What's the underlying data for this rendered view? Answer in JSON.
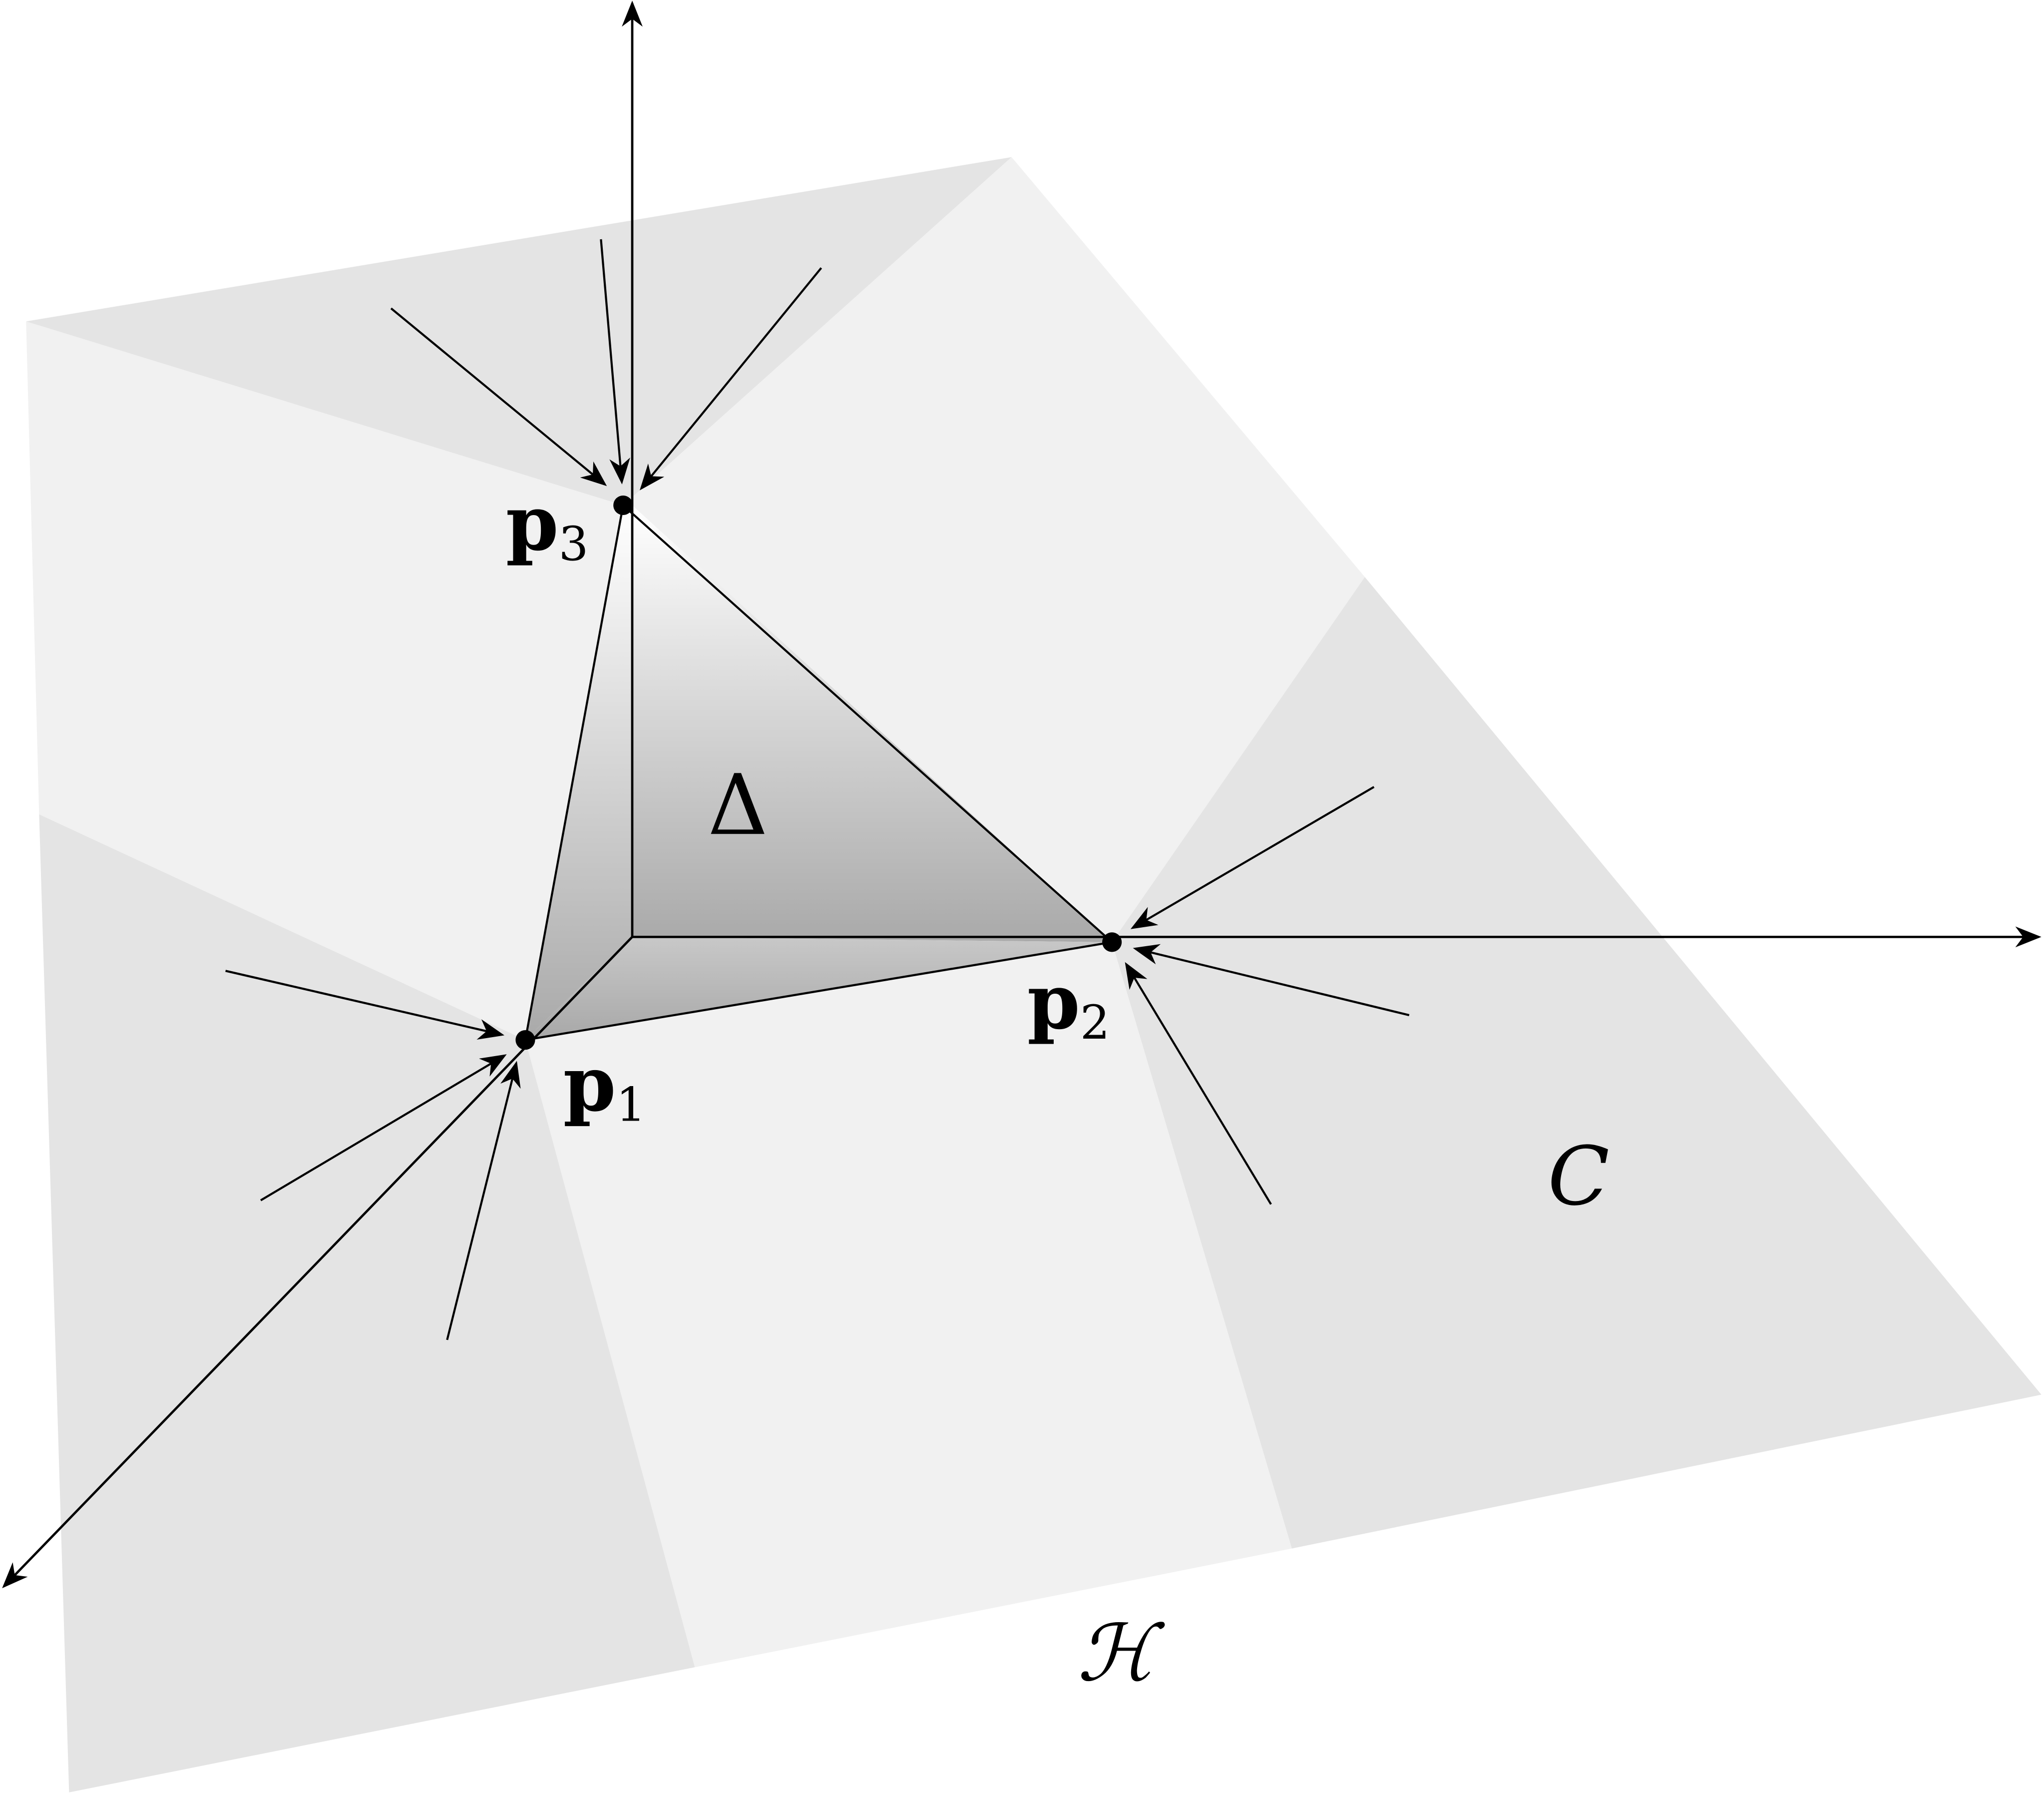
{
  "labels": {
    "p1": "p",
    "p1_sub": "1",
    "p2": "p",
    "p2_sub": "2",
    "p3": "p",
    "p3_sub": "3",
    "delta": "Δ",
    "cone": "C",
    "plane": "ℋ"
  },
  "colors": {
    "region_light": "#f1f1f1",
    "region_dark": "#e4e4e4",
    "triangle_top": "#ffffff",
    "triangle_bottom": "#a9a9a9",
    "ink": "#000000"
  }
}
